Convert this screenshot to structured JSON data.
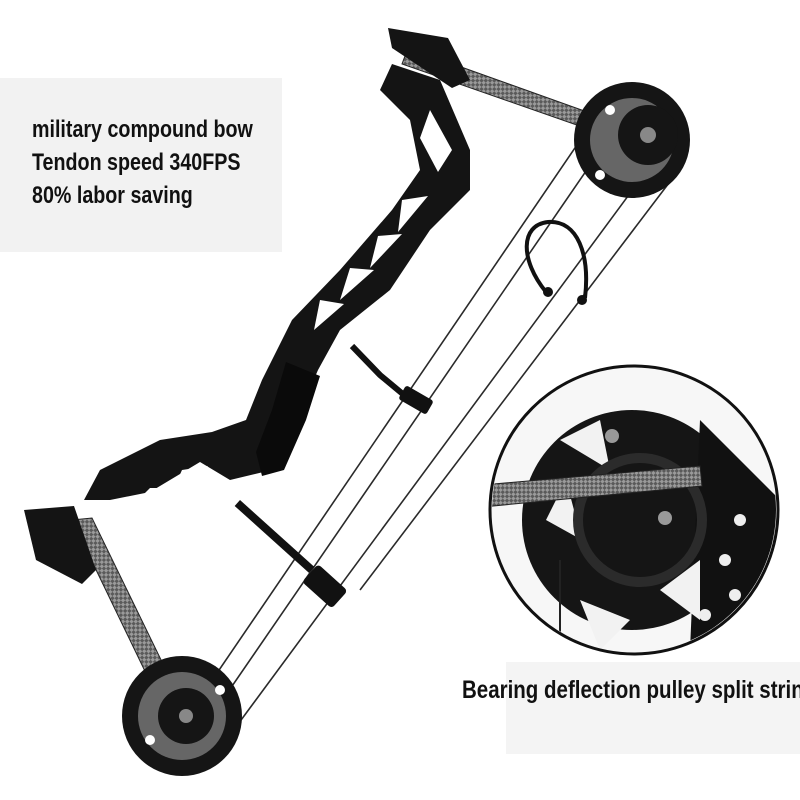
{
  "promo": {
    "title_lines": [
      "military compound bow",
      "Tendon speed 340FPS",
      "80% labor saving"
    ],
    "detail_caption": "Bearing deflection pulley split string"
  },
  "colors": {
    "background": "#ffffff",
    "label_box": "#f2f2f2",
    "bow_body": "#141414",
    "carbon_limb": "#6e6e6e",
    "text": "#111111"
  },
  "icons": [
    "compound-bow-image",
    "pulley-detail-magnifier"
  ]
}
